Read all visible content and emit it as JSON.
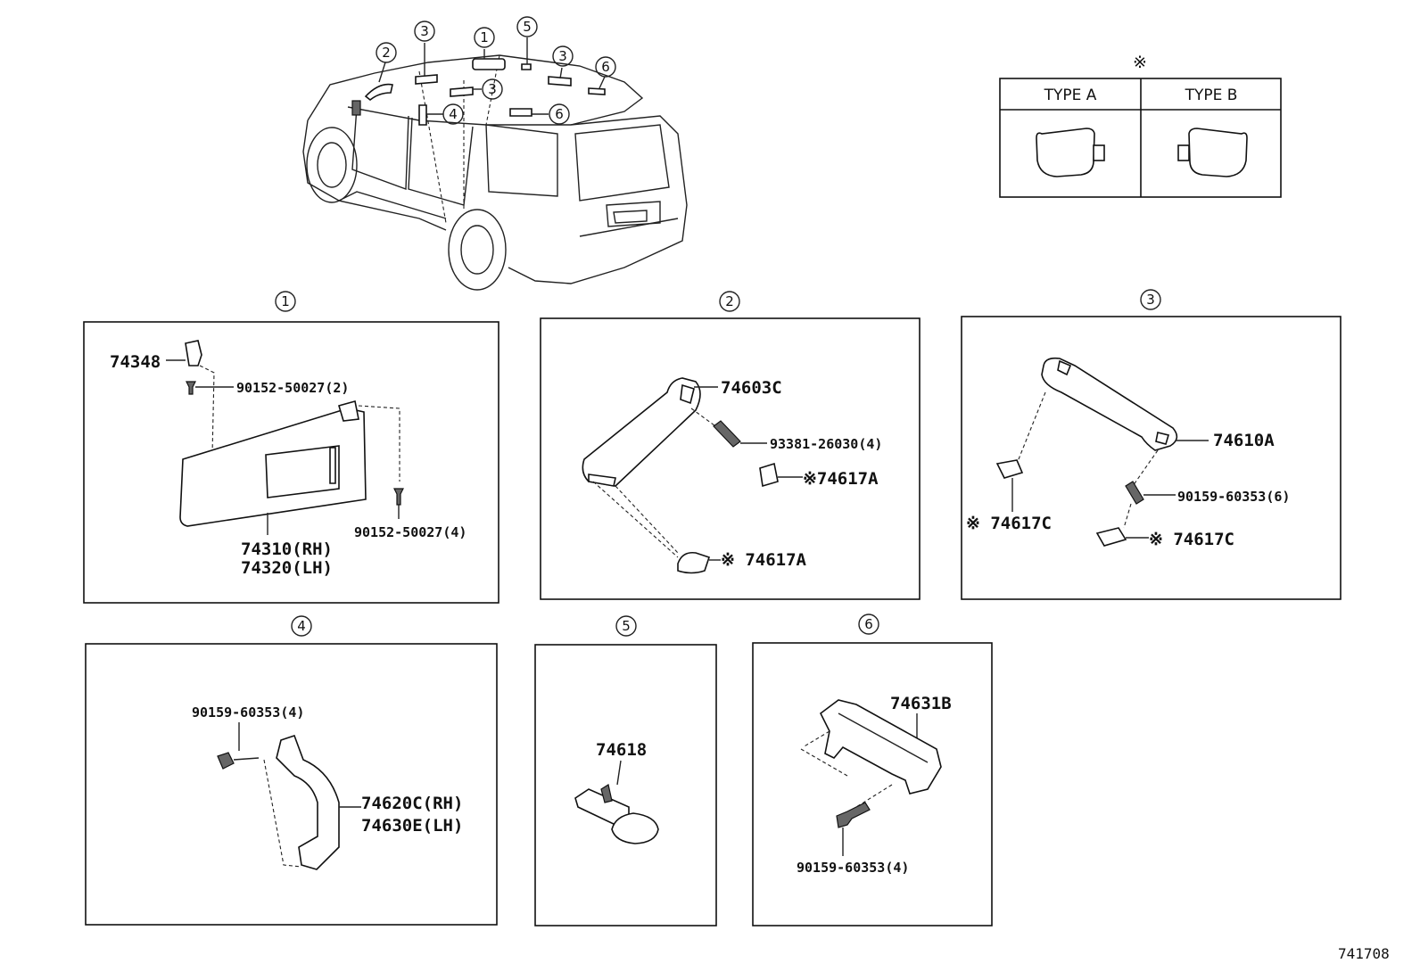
{
  "figure_id": "741708",
  "type_table": {
    "mark": "※",
    "type_a": "TYPE A",
    "type_b": "TYPE B"
  },
  "vehicle_callouts": [
    "1",
    "2",
    "3",
    "3",
    "3",
    "4",
    "5",
    "6",
    "6"
  ],
  "panels": {
    "p1": {
      "number": "1",
      "labels": {
        "bracket": "74348",
        "screw_top": "90152-50027(2)",
        "screw_bottom": "90152-50027(4)",
        "visor_rh": "74310(RH)",
        "visor_lh": "74320(LH)"
      }
    },
    "p2": {
      "number": "2",
      "labels": {
        "grip": "74603C",
        "screw": "93381-26030(4)",
        "cover_a1": "※74617A",
        "cover_a2": "※ 74617A"
      }
    },
    "p3": {
      "number": "3",
      "labels": {
        "grip": "74610A",
        "screw": "90159-60353(6)",
        "cover_c1": "※ 74617C",
        "cover_c2": "※ 74617C"
      }
    },
    "p4": {
      "number": "4",
      "labels": {
        "screw": "90159-60353(4)",
        "grip_rh": "74620C(RH)",
        "grip_lh": "74630E(LH)"
      }
    },
    "p5": {
      "number": "5",
      "labels": {
        "hook": "74618"
      }
    },
    "p6": {
      "number": "6",
      "labels": {
        "rail": "74631B",
        "screw": "90159-60353(4)"
      }
    }
  }
}
